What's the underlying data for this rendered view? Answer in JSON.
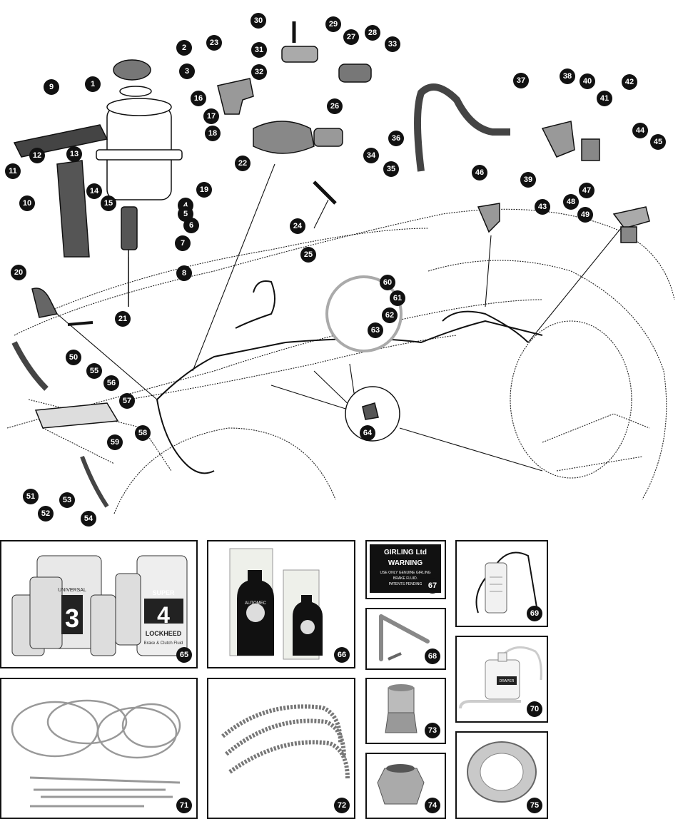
{
  "callouts": {
    "c1": "1",
    "c2": "2",
    "c3": "3",
    "c4": "4",
    "c5": "5",
    "c6": "6",
    "c7": "7",
    "c8": "8",
    "c9": "9",
    "c10": "10",
    "c11": "11",
    "c12": "12",
    "c13": "13",
    "c14": "14",
    "c15": "15",
    "c16": "16",
    "c17": "17",
    "c18": "18",
    "c19": "19",
    "c20": "20",
    "c21": "21",
    "c22": "22",
    "c23": "23",
    "c24": "24",
    "c25": "25",
    "c26": "26",
    "c27": "27",
    "c28": "28",
    "c29": "29",
    "c30": "30",
    "c31": "31",
    "c32": "32",
    "c33": "33",
    "c34": "34",
    "c35": "35",
    "c36": "36",
    "c37": "37",
    "c38": "38",
    "c39": "39",
    "c40": "40",
    "c41": "41",
    "c42": "42",
    "c43": "43",
    "c44": "44",
    "c45": "45",
    "c46": "46",
    "c47": "47",
    "c48": "48",
    "c49": "49",
    "c50": "50",
    "c51": "51",
    "c52": "52",
    "c53": "53",
    "c54": "54",
    "c55": "55",
    "c56": "56",
    "c57": "57",
    "c58": "58",
    "c59": "59",
    "c60": "60",
    "c61": "61",
    "c62": "62",
    "c63": "63",
    "c64": "64"
  },
  "panels": {
    "p65": {
      "num": "65",
      "brand": "LOCKHEED",
      "grade_a": "3",
      "grade_b": "4",
      "word_a": "UNIVERSAL",
      "word_b": "SUPER",
      "desc": "Brake & Clutch Fluid"
    },
    "p66": {
      "num": "66",
      "brand": "AUTOMEC"
    },
    "p67": {
      "num": "67",
      "line1": "GIRLING Ltd",
      "line2": "WARNING",
      "line3": "USE ONLY GENUINE GIRLING",
      "line4": "BRAKE FLUID.",
      "line5": "PATENTS PENDING"
    },
    "p68": {
      "num": "68"
    },
    "p69": {
      "num": "69"
    },
    "p70": {
      "num": "70",
      "brand": "DRAPER"
    },
    "p71": {
      "num": "71"
    },
    "p72": {
      "num": "72"
    },
    "p73": {
      "num": "73"
    },
    "p74": {
      "num": "74"
    },
    "p75": {
      "num": "75"
    }
  },
  "colors": {
    "ink": "#111111",
    "paper": "#ffffff",
    "callout": "#111111",
    "callout_text": "#ffffff"
  }
}
